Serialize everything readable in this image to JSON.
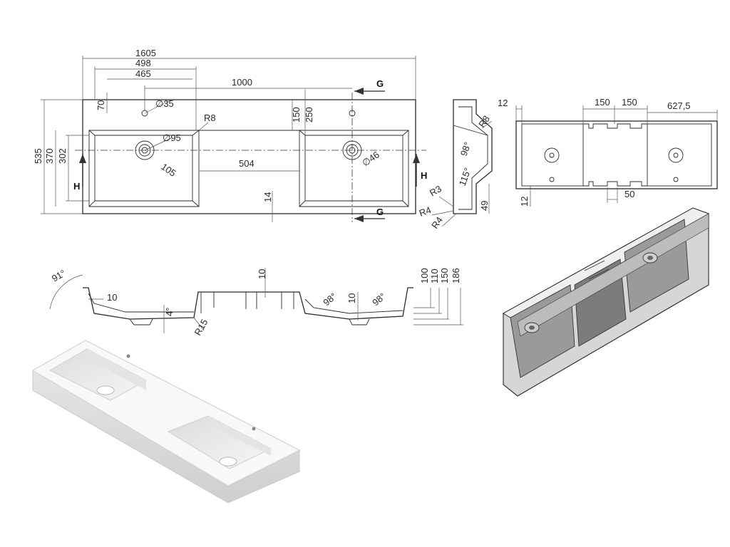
{
  "top_view": {
    "dims": {
      "overall_length": "1605",
      "tap_a": "498",
      "tap_b": "465",
      "center_span": "1000",
      "depth_total": "535",
      "depth_370": "370",
      "depth_302": "302",
      "tap_offset_70": "70",
      "drain_95": "∅95",
      "tap_35": "∅35",
      "radius_r8": "R8",
      "bowl_gap": "504",
      "dim_150": "150",
      "dim_250": "250",
      "drain_46": "∅46",
      "dim_105": "105",
      "dim_14": "14"
    },
    "section_g": "G",
    "section_h": "H"
  },
  "side_section": {
    "dims": {
      "r8": "R8",
      "angle_98": "98°",
      "angle_115": "115°",
      "r3": "R3",
      "r4a": "R4",
      "r4b": "R4",
      "dim_49": "49"
    }
  },
  "back_view": {
    "dims": {
      "dim_12_top": "12",
      "dim_150_a": "150",
      "dim_150_b": "150",
      "dim_627": "627,5",
      "dim_12_side": "12",
      "dim_50": "50"
    }
  },
  "front_section": {
    "dims": {
      "angle_91": "91°",
      "dim_10_a": "10",
      "dim_10_top": "10",
      "angle_4": "4°",
      "r15": "R15",
      "angle_98_a": "98°",
      "dim_10_b": "10",
      "angle_98_b": "98°",
      "h100": "100",
      "h110": "110",
      "h150": "150",
      "h186": "186"
    }
  }
}
